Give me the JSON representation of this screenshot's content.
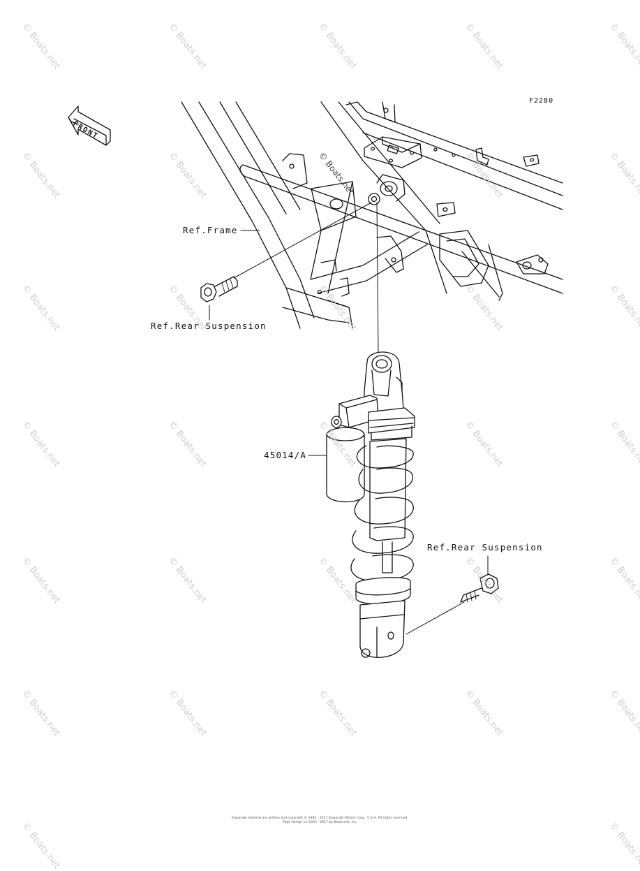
{
  "figure_code": "F2280",
  "front_label": "FRONT",
  "labels": {
    "ref_frame": "Ref.Frame",
    "ref_rear_suspension_top": "Ref.Rear Suspension",
    "part_shock": "45014/A",
    "ref_rear_suspension_bottom": "Ref.Rear Suspension"
  },
  "watermark_text": "© Boats.net",
  "footer": {
    "line1": "Kawasaki material are written and copyright © 1985 - 2017 Kawasaki Motors Corp., U.S.A. All rights reserved.",
    "line2": "Page design (c) 2003 - 2017 by Boats.net, Inc."
  },
  "colors": {
    "ink": "#111111",
    "watermark": "#cfcfcf",
    "background": "#ffffff"
  }
}
